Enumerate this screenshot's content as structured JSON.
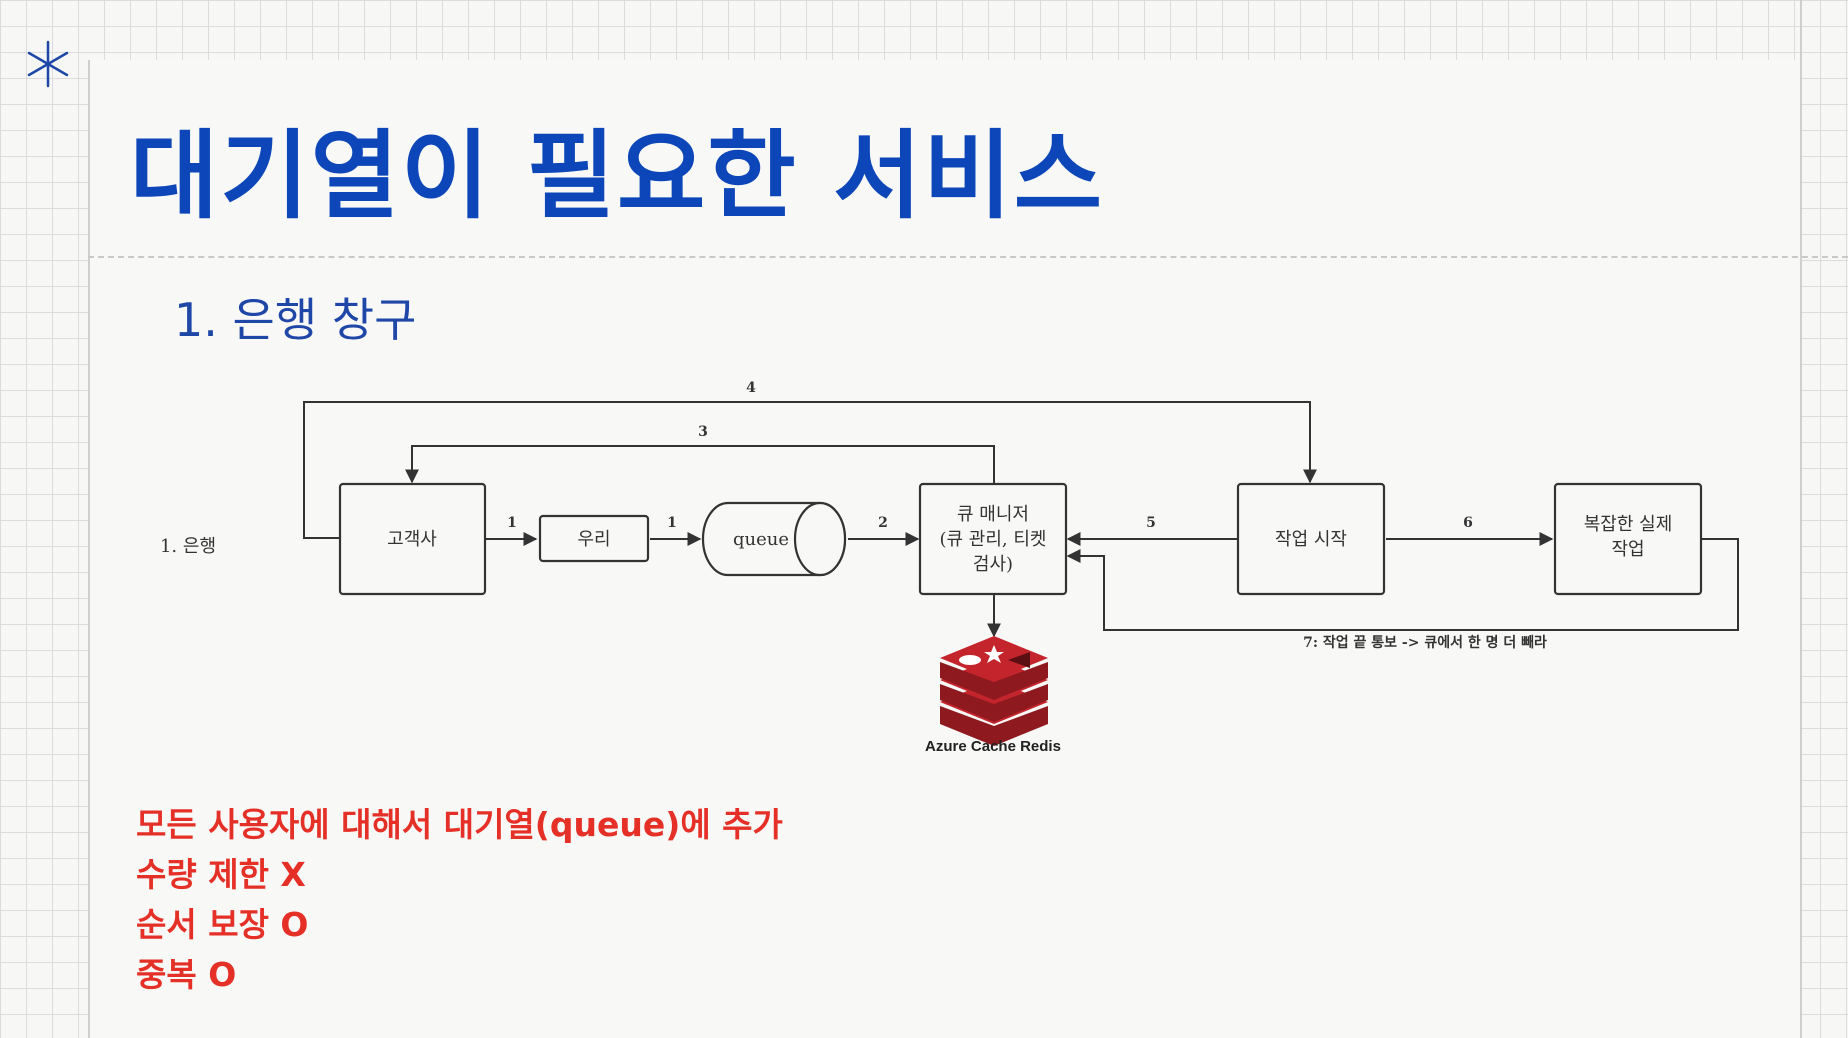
{
  "slide": {
    "title": "대기열이 필요한 서비스",
    "subtitle": "1. 은행 창구"
  },
  "diagram": {
    "row_label": "1. 은행",
    "nodes": {
      "customer": "고객사",
      "us": "우리",
      "queue": "queue",
      "manager_line1": "큐 매니저",
      "manager_line2": "(큐 관리, 티켓",
      "manager_line3": "검사)",
      "start": "작업 시작",
      "work_line1": "복잡한 실제",
      "work_line2": "작업"
    },
    "edges": {
      "e1a": "1",
      "e1b": "1",
      "e2": "2",
      "e3": "3",
      "e4": "4",
      "e5": "5",
      "e6": "6",
      "e7": "7: 작업 끝 통보 -> 큐에서 한 명 더 빼라"
    },
    "redis_caption": "Azure Cache Redis",
    "colors": {
      "redis": "#c4252c",
      "redis_dark": "#8e1a1f"
    }
  },
  "notes": [
    "모든 사용자에 대해서 대기열(queue)에 추가",
    "수량 제한 X",
    "순서 보장 O",
    "중복 O"
  ]
}
